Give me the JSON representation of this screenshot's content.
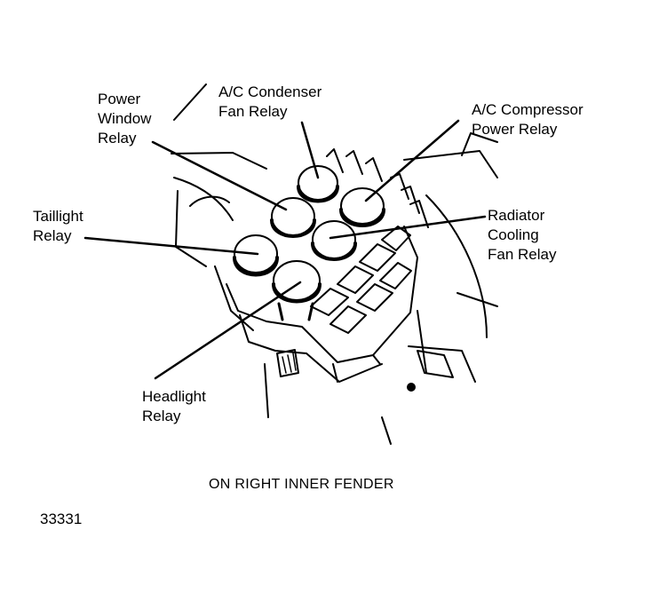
{
  "labels": {
    "power_window": "Power\nWindow\nRelay",
    "ac_condenser": "A/C Condenser\nFan Relay",
    "ac_compressor": "A/C Compressor\nPower Relay",
    "taillight": "Taillight\nRelay",
    "radiator": "Radiator\nCooling\nFan Relay",
    "headlight": "Headlight\nRelay"
  },
  "caption": "ON RIGHT INNER FENDER",
  "figure_number": "33331"
}
